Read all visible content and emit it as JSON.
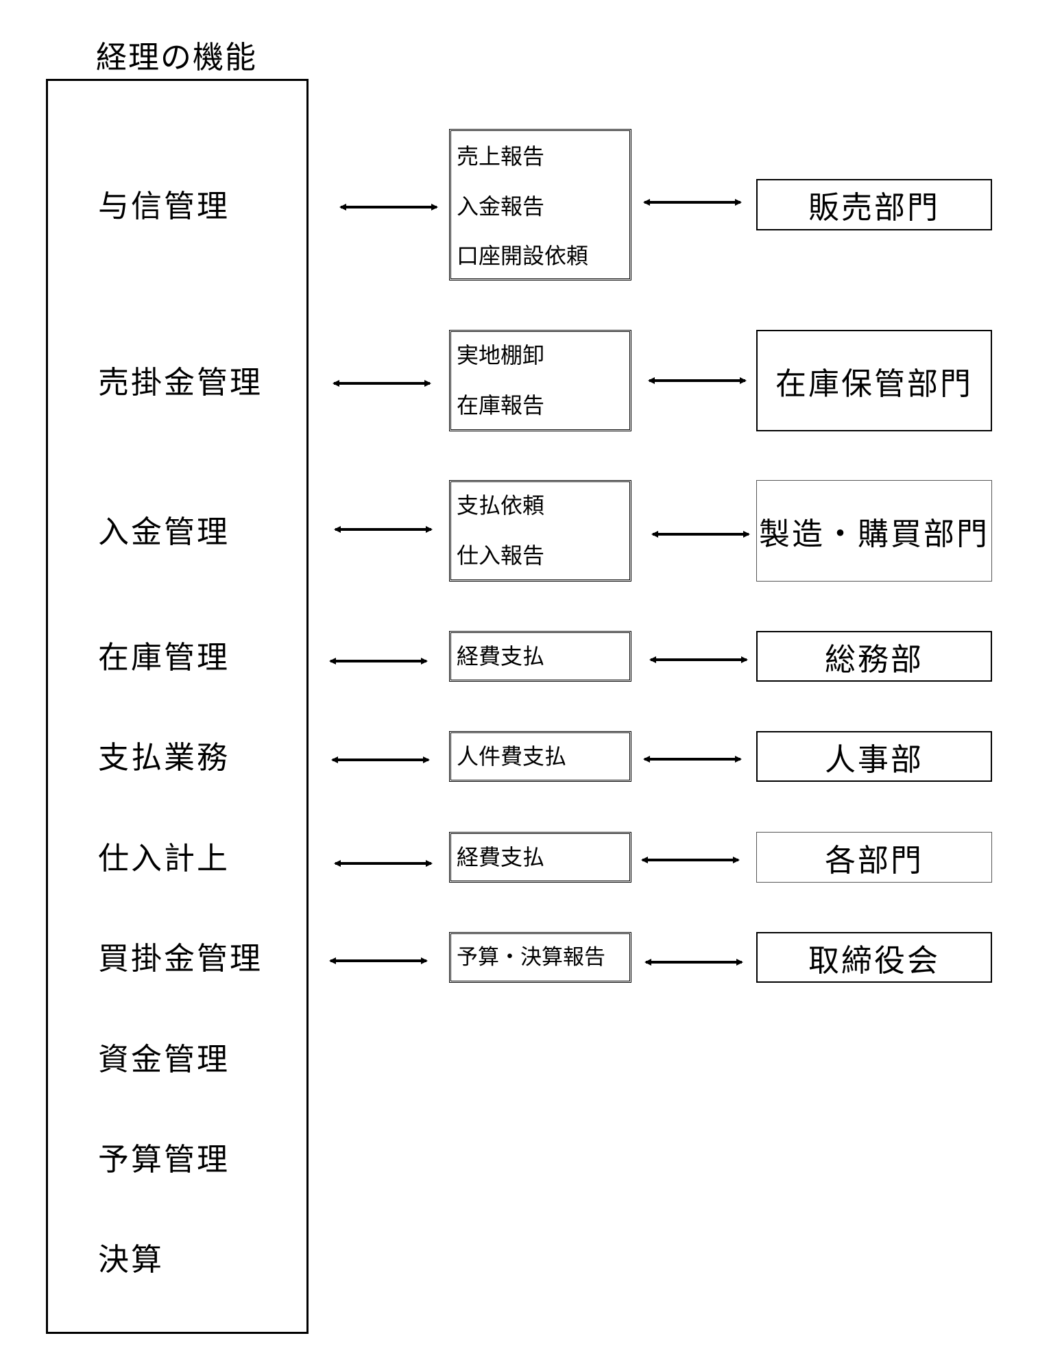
{
  "title": "経理の機能",
  "functions": [
    "与信管理",
    "売掛金管理",
    "入金管理",
    "在庫管理",
    "支払業務",
    "仕入計上",
    "買掛金管理",
    "資金管理",
    "予算管理",
    "決算"
  ],
  "flows": [
    {
      "documents": [
        "売上報告",
        "入金報告",
        "口座開設依頼"
      ],
      "department": "販売部門"
    },
    {
      "documents": [
        "実地棚卸",
        "在庫報告"
      ],
      "department": "在庫保管部門"
    },
    {
      "documents": [
        "支払依頼",
        "仕入報告"
      ],
      "department": "製造・購買部門"
    },
    {
      "documents": [
        "経費支払"
      ],
      "department": "総務部"
    },
    {
      "documents": [
        "人件費支払"
      ],
      "department": "人事部"
    },
    {
      "documents": [
        "経費支払"
      ],
      "department": "各部門"
    },
    {
      "documents": [
        "予算・決算報告"
      ],
      "department": "取締役会"
    }
  ]
}
